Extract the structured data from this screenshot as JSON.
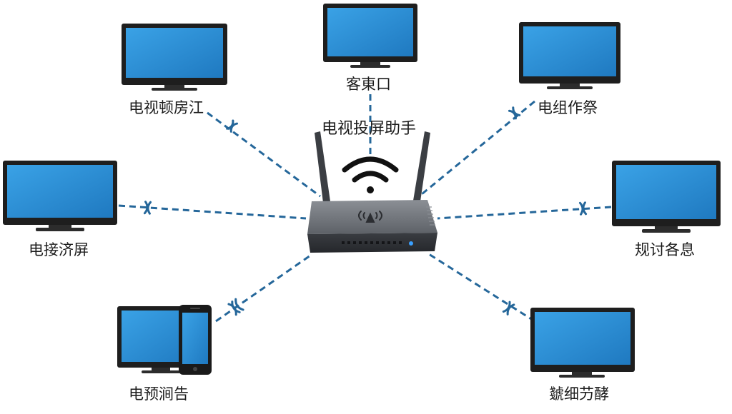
{
  "center_label": "电视投屏助手",
  "devices": [
    {
      "id": "top",
      "label": "客東口"
    },
    {
      "id": "top-left",
      "label": "电视顿房江"
    },
    {
      "id": "top-right",
      "label": "电组作祭"
    },
    {
      "id": "left",
      "label": "电接济屏"
    },
    {
      "id": "right",
      "label": "规讨各息"
    },
    {
      "id": "bottom-left",
      "label": "电预涧告"
    },
    {
      "id": "bottom-right",
      "label": "虦细芀酵"
    }
  ],
  "colors": {
    "screen": "#2e8fd6",
    "bezel": "#1e1e1e",
    "link": "#25679a",
    "router_body": "#4a4d52",
    "indicator": "#3aa0ff"
  },
  "icons": {
    "wifi": "wifi-signal-icon",
    "broadcast": "broadcast-icon"
  }
}
